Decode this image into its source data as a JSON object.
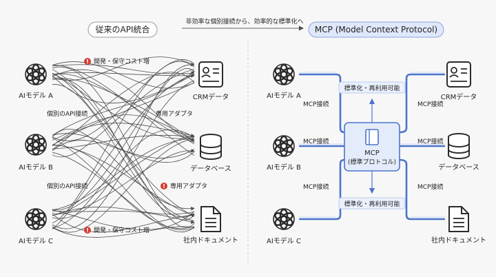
{
  "header": {
    "left_title": "従来のAPI統合",
    "arrow_caption": "非効率な個別接続から、効率的な標準化へ",
    "right_title": "MCP (Model Context Protocol)"
  },
  "left": {
    "models": [
      "AIモデル A",
      "AIモデル B",
      "AIモデル C"
    ],
    "sources": [
      "CRMデータ",
      "データベース",
      "社内ドキュメント"
    ],
    "annotations": {
      "cost_top": "開発・保守コスト増",
      "individual_1": "個別のAPI接続",
      "adapter_1": "専用アダプタ",
      "individual_2": "個別のAPI接続",
      "adapter_2": "専用アダプタ",
      "cost_bottom": "開発・保守コスト増"
    }
  },
  "right": {
    "models": [
      "AIモデル A",
      "AIモデル B",
      "AIモデル C"
    ],
    "sources": [
      "CRMデータ",
      "データベース",
      "社内ドキュメント"
    ],
    "hub_title": "MCP",
    "hub_subtitle": "(標準プロトコル)",
    "standard_top": "標準化・再利用可能",
    "standard_bottom": "標準化・再利用可能",
    "connections": [
      "MCP接続",
      "MCP接続",
      "MCP接続",
      "MCP接続",
      "MCP接続",
      "MCP接続"
    ]
  },
  "colors": {
    "blue": "#4b74c9",
    "warn": "#d43a2f",
    "line": "#4a4a4a"
  }
}
